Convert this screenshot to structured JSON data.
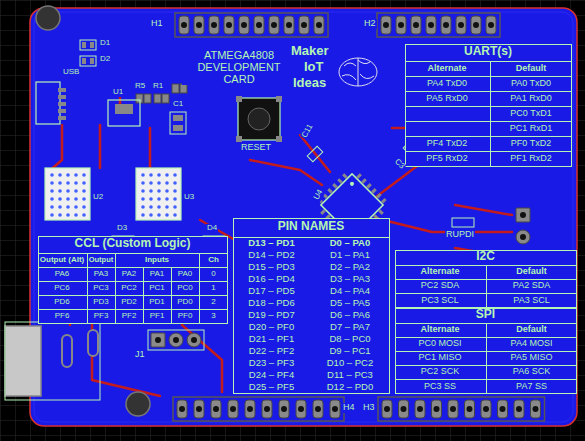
{
  "diagram": {
    "nodes": [
      {
        "text": [
          "UART(s)",
          "Alternate",
          "Default",
          "PA4 TxD0",
          "PA0 TxD0",
          "PA5 RxD0",
          "PA1 RxD0",
          "PC0 TxD1",
          "PC1 RxD1",
          "PF4 TxD2",
          "PF0 TxD2",
          "PF5 RxD2",
          "PF1 RxD2"
        ]
      },
      {
        "text": [
          "CCL (Custom Logic)",
          "Output (Alt)",
          "Output",
          "Inputs",
          "Ch",
          "PA6",
          "PA3",
          "PA2",
          "PA1",
          "PA0",
          "0",
          "PC6",
          "PC3",
          "PC2",
          "PC1",
          "PC0",
          "1",
          "PD6",
          "PD3",
          "PD2",
          "PD1",
          "PD0",
          "2",
          "PF6",
          "PF3",
          "PF2",
          "PF1",
          "PF0",
          "3"
        ]
      },
      {
        "text": [
          "PIN NAMES",
          "D13 – PD1",
          "D0 – PA0",
          "D14 – PD2",
          "D1 – PA1",
          "D15 – PD3",
          "D2 – PA2",
          "D16 – PD4",
          "D3 – PA3",
          "D17 – PD5",
          "D4 – PA4",
          "D18 – PD6",
          "D5 – PA5",
          "D19 – PD7",
          "D6 – PA6",
          "D20 – PF0",
          "D7 – PA7",
          "D21 – PF1",
          "D8 – PC0",
          "D22 – PF2",
          "D9 – PC1",
          "D23 – PF3",
          "D10 – PC2",
          "D24 – PF4",
          "D11 – PC3",
          "D25 – PF5",
          "D12 – PD0"
        ]
      },
      {
        "text": [
          "I2C",
          "Alternate",
          "Default",
          "PC2 SDA",
          "PA2 SDA",
          "PC3 SCL",
          "PA3 SCL"
        ]
      },
      {
        "text": [
          "SPI",
          "Alternate",
          "Default",
          "PC0 MOSI",
          "PA4 MOSI",
          "PC1 MISO",
          "PA5 MISO",
          "PC2 SCK",
          "PA6 SCK",
          "PC3 SS",
          "PA7 SS"
        ]
      }
    ],
    "labels": [
      "H1",
      "H2",
      "H3",
      "H4",
      "D1",
      "D2",
      "USB",
      "R5",
      "R1",
      "C1",
      "U1",
      "U2",
      "U3",
      "D3",
      "D4",
      "U4",
      "C11",
      "C3",
      "RUPDI",
      "RESET",
      "J1",
      "ATMEGA4808 DEVELOPMENT CARD",
      "Maker",
      "IoT",
      "Ideas"
    ]
  }
}
